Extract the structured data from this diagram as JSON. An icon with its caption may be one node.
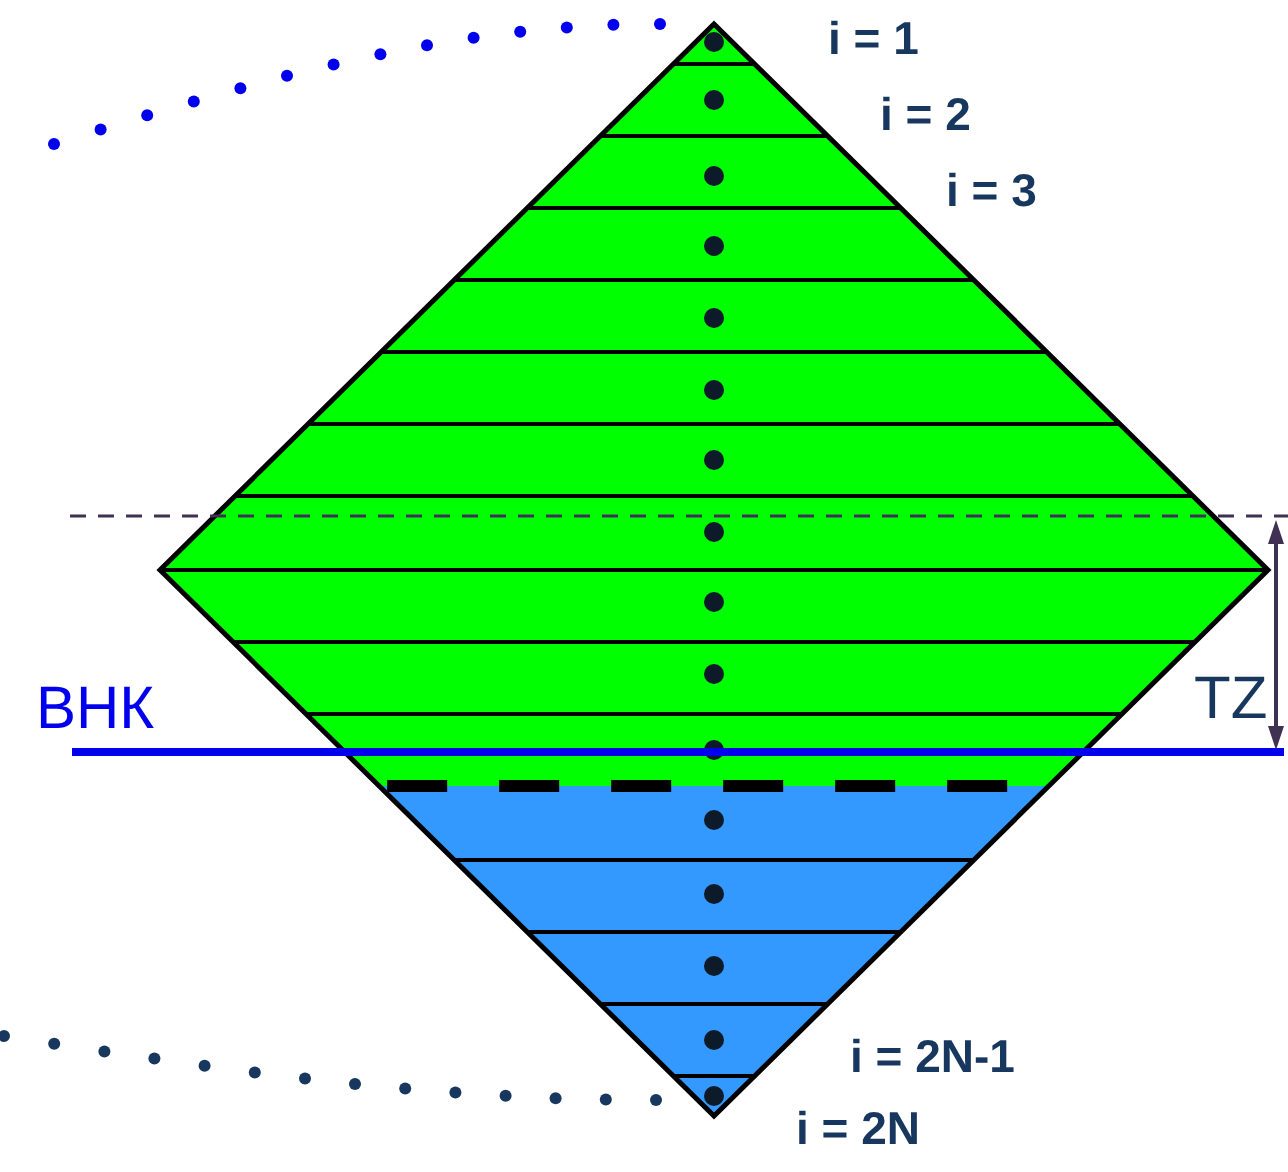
{
  "diagram": {
    "labels": [
      "i = 1",
      "i = 2",
      "i = 3",
      "ВНК",
      "TZ",
      "i = 2N-1",
      "i = 2N"
    ]
  }
}
